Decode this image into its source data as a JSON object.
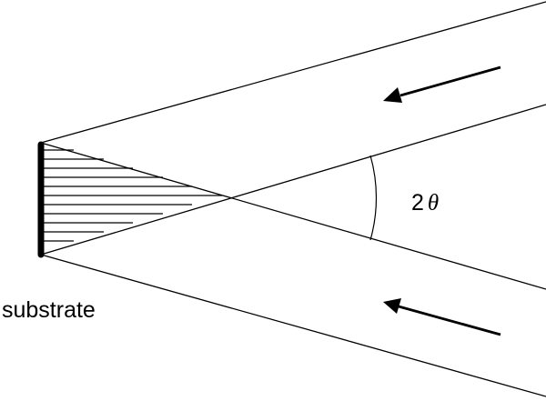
{
  "labels": {
    "substrate": "substrate",
    "angle_factor": "2",
    "angle_symbol": "θ"
  }
}
